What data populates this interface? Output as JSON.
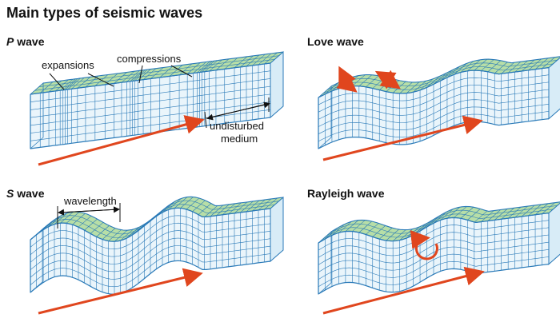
{
  "title": "Main types of seismic waves",
  "panels": {
    "p": {
      "letter": "P",
      "rest": " wave",
      "labels": {
        "expansions": "expansions",
        "compressions": "compressions",
        "undisturbed_1": "undisturbed",
        "undisturbed_2": "medium"
      }
    },
    "love": {
      "title": "Love wave"
    },
    "s": {
      "letter": "S",
      "rest": " wave",
      "labels": {
        "wavelength": "wavelength"
      }
    },
    "rayleigh": {
      "title": "Rayleigh wave"
    }
  },
  "colors": {
    "grid_line": "#2a7ab8",
    "front_fill": "#eaf5fb",
    "top_fill": "#9fd38a",
    "arrow": "#e0461e",
    "text": "#111111"
  }
}
